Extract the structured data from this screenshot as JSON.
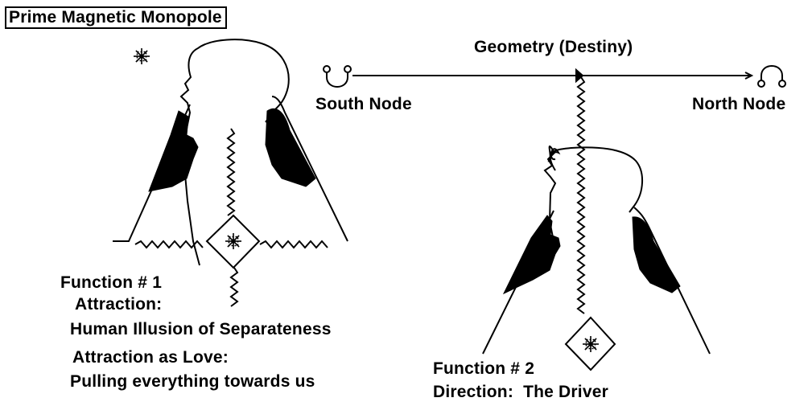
{
  "title": "Prime Magnetic Monopole",
  "axis": {
    "label": "Geometry (Destiny)",
    "south_node": "South Node",
    "north_node": "North Node"
  },
  "function1": {
    "heading": "Function # 1",
    "line1": "Attraction:",
    "line2": "Human Illusion of Separateness",
    "line3": "Attraction as Love:",
    "line4": "Pulling everything towards us"
  },
  "function2": {
    "heading": "Function # 2",
    "line1": "Direction:  The Driver"
  },
  "colors": {
    "ink": "#000000",
    "background": "#ffffff"
  }
}
